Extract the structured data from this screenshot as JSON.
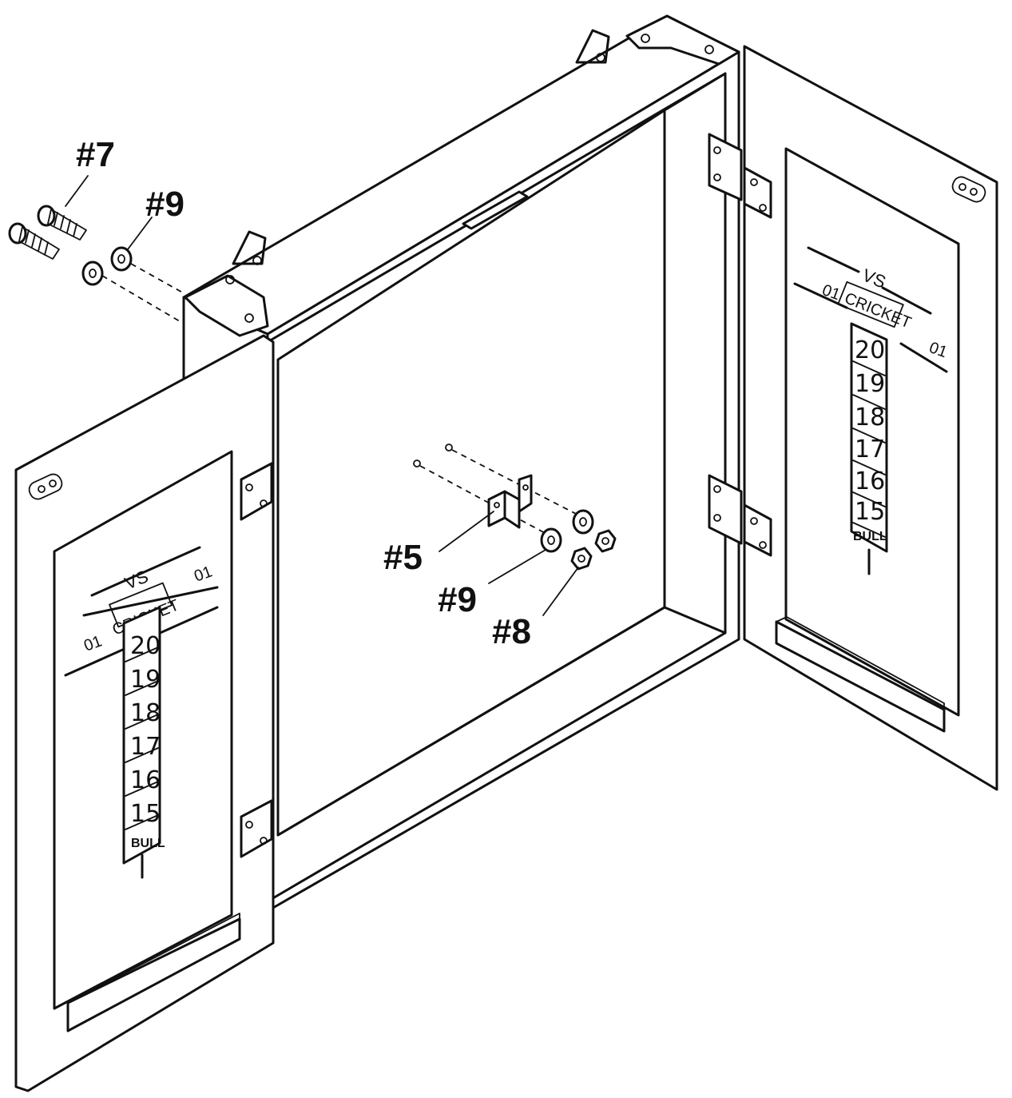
{
  "callouts": {
    "screws": "#7",
    "washer_top": "#9",
    "bracket": "#5",
    "washer_mid": "#9",
    "nut": "#8"
  },
  "left_board": {
    "vs": "VS",
    "score_left": "01",
    "score_right": "01",
    "cricket": "CRICKET",
    "numbers": [
      "20",
      "19",
      "18",
      "17",
      "16",
      "15"
    ],
    "bull": "BULL"
  },
  "right_board": {
    "vs": "VS",
    "score_left": "01",
    "score_right": "01",
    "cricket": "CRICKET",
    "numbers": [
      "20",
      "19",
      "18",
      "17",
      "16",
      "15"
    ],
    "bull": "BULL"
  }
}
